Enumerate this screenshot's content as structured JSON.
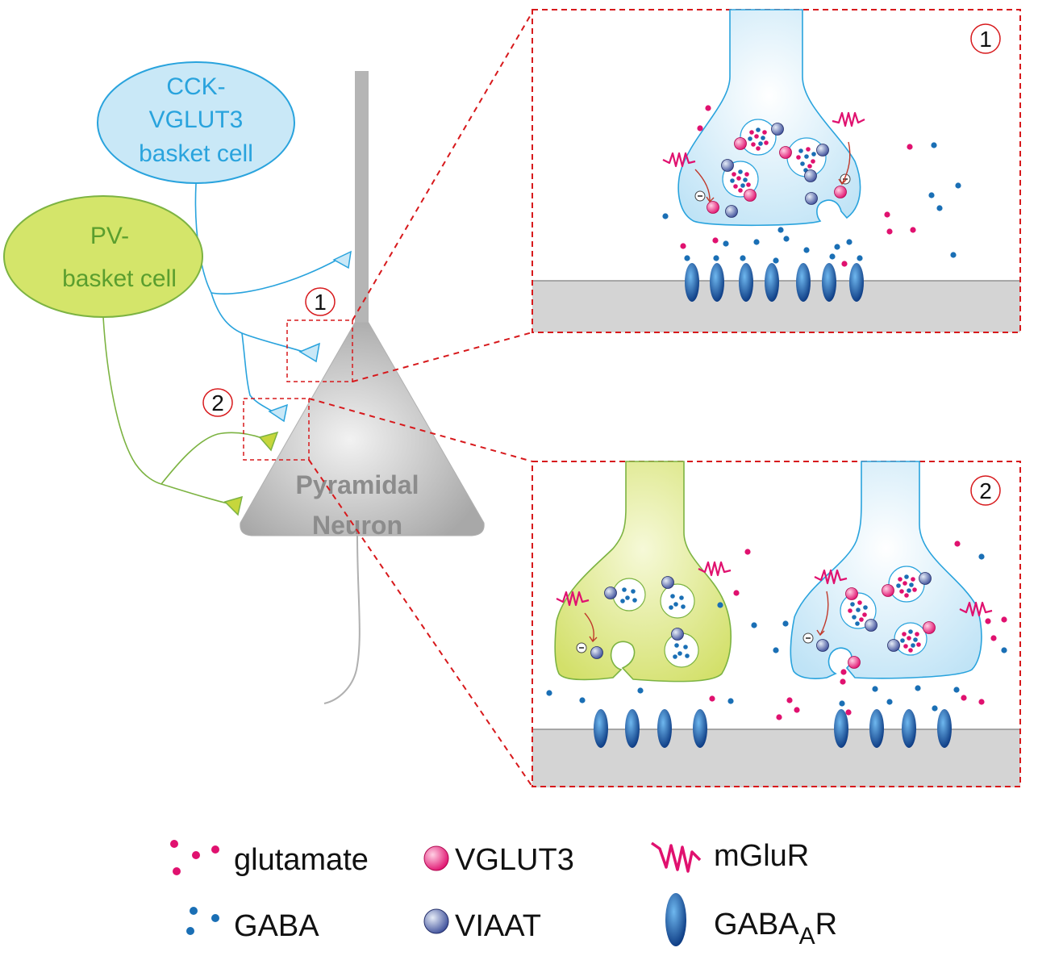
{
  "cells": {
    "cck": {
      "line1": "CCK-",
      "line2": "VGLUT3",
      "line3": "basket cell"
    },
    "pv": {
      "line1": "PV-",
      "line2": "basket cell"
    },
    "pyramidal": {
      "line1": "Pyramidal",
      "line2": "Neuron"
    }
  },
  "markers": {
    "one": "1",
    "two": "2"
  },
  "legend": {
    "glutamate": "glutamate",
    "vglut3": "VGLUT3",
    "mglur": "mGluR",
    "gaba": "GABA",
    "viaat": "VIAAT",
    "gabaar_main": "GABA",
    "gabaar_sub": "A",
    "gabaar_tail": "R"
  },
  "colors": {
    "cck_blue": "#29a3dd",
    "cck_fill": "#c9e8f7",
    "pv_green": "#7cb342",
    "pv_fill": "#d4e56a",
    "glutamate_magenta": "#e0116f",
    "gaba_blue": "#1a6fb5",
    "highlight_red": "#d7191c",
    "neuron_gray": "#b5b5b5"
  }
}
